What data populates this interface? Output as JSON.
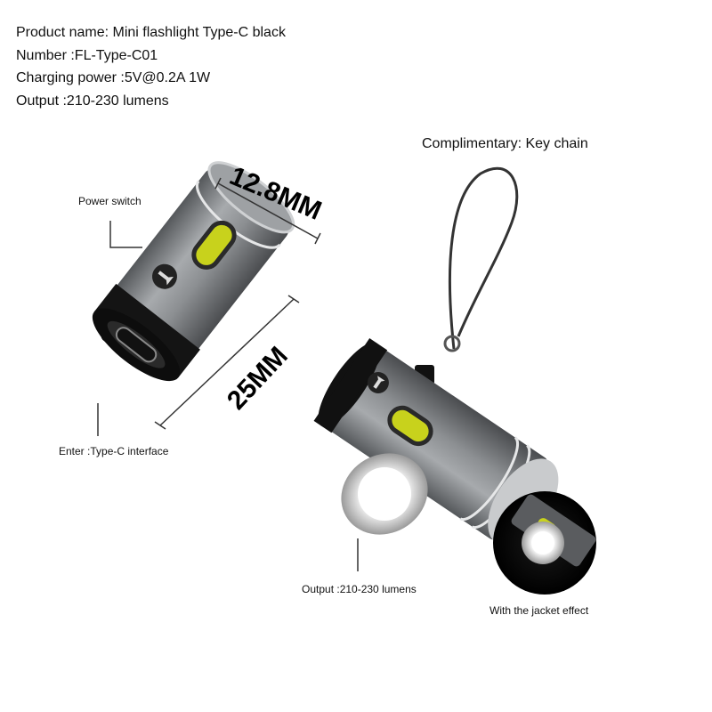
{
  "specs": {
    "product_name": "Product name: Mini flashlight Type-C black",
    "number": "Number :FL-Type-C01",
    "charging_power": "Charging power :5V@0.2A 1W",
    "output": "Output :210-230 lumens"
  },
  "labels": {
    "power_switch": "Power switch",
    "type_c": "Enter :Type-C interface",
    "key_chain": "Complimentary: Key chain",
    "output": "Output :210-230 lumens",
    "jacket": "With the jacket effect"
  },
  "dimensions": {
    "diameter": "12.8MM",
    "length": "25MM"
  },
  "colors": {
    "body": "#8a8d90",
    "switch": "#c8d21c",
    "cap": "#141414"
  },
  "icons": [
    "flashlight-icon",
    "usb-c-port-icon",
    "lanyard-icon",
    "light-beam-icon"
  ]
}
